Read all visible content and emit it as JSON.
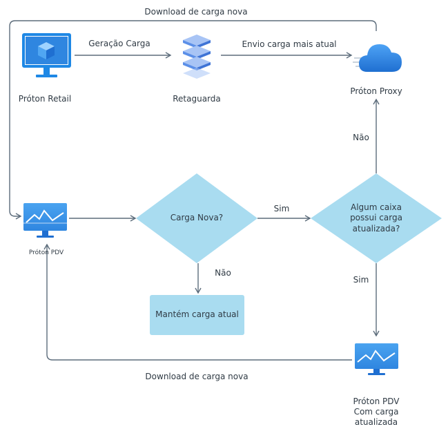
{
  "nodes": {
    "proton_retail": "Próton Retail",
    "retaguarda": "Retaguarda",
    "proton_proxy": "Próton Proxy",
    "proton_pdv": "Próton PDV",
    "proton_pdv_atualizada": "Próton PDV\nCom carga atualizada",
    "carga_nova": "Carga Nova?",
    "algum_caixa": "Algum caixa\npossui carga\natualizada?",
    "mantem_carga": "Mantém carga atual"
  },
  "edges": {
    "geracao_carga": "Geração Carga",
    "envio_carga": "Envio carga mais atual",
    "download_top": "Download de carga nova",
    "download_bottom": "Download de carga nova",
    "sim_1": "Sim",
    "nao_1": "Não",
    "nao_2": "Não",
    "sim_2": "Sim"
  },
  "colors": {
    "diamond_fill": "#a9dcf0",
    "box_fill": "#a9dcf0",
    "connector": "#5b6b7a",
    "monitor_blue": "#1e88e5",
    "monitor_screen": "#4aa3f0",
    "cloud_blue": "#2e7ed8",
    "stack_blue": "#5b8fe8"
  },
  "icons": {
    "retail": "azure-monitor-cube-icon",
    "retaguarda": "layered-stack-icon",
    "proxy": "cloud-icon",
    "pdv": "monitor-chart-icon",
    "pdv_updated": "monitor-chart-icon"
  }
}
